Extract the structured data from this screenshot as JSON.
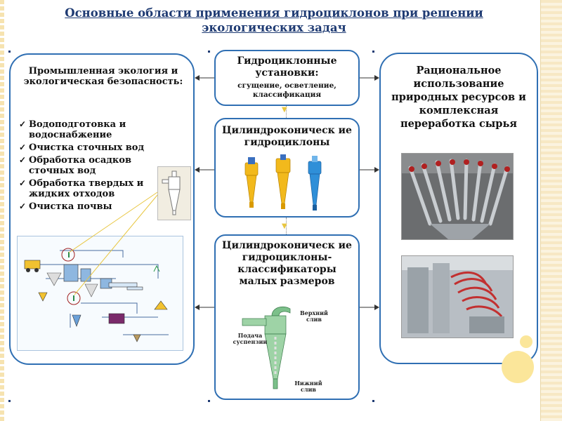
{
  "title": "Основные области применения гидроциклонов при решении экологических задач",
  "left_panel": {
    "heading": "Промышленная экология и экологическая безопасность:",
    "items": [
      "Водоподготовка и водоснабжение",
      " Очистка сточных вод",
      "Обработка осадков сточных вод",
      " Обработка твердых и жидких  отходов",
      " Очистка почвы"
    ]
  },
  "center_top": {
    "title": "Гидроциклонные установки:",
    "subtitle": "сгущение, осветление, классификация"
  },
  "center_mid": {
    "title": "Цилиндроконическ ие гидроциклоны"
  },
  "center_bot": {
    "title": "Цилиндроконическ ие гидроциклоны- классификаторы малых размеров",
    "labels": {
      "top_overflow": "Верхний слив",
      "feed": "Подача суспензии",
      "bottom_overflow": "Нижний слив"
    }
  },
  "right_panel": {
    "text": "Рациональное использование природных ресурсов и комплексная переработка сырья"
  },
  "colors": {
    "title": "#1f3b73",
    "border": "#2f6fb3",
    "accent_yellow": "#f2b91c",
    "accent_blue": "#2f8fd8"
  }
}
